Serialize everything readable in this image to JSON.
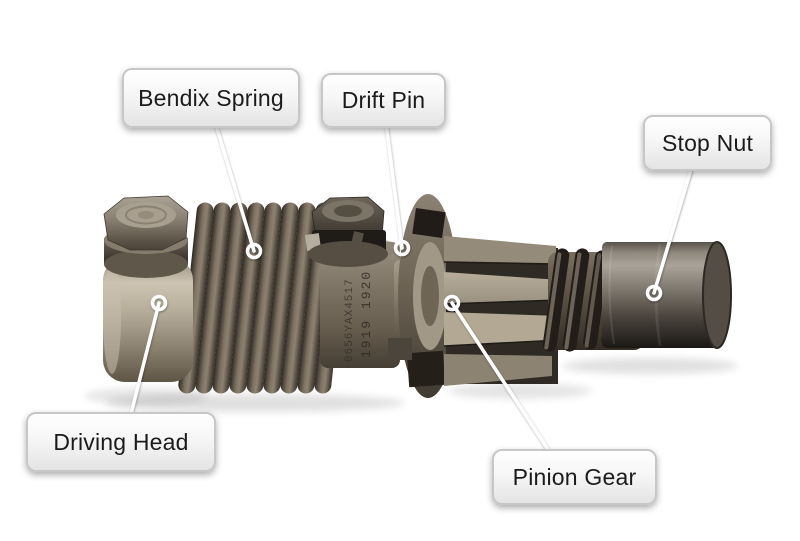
{
  "callouts": {
    "bendix_spring": {
      "label": "Bendix Spring"
    },
    "drift_pin": {
      "label": "Drift Pin"
    },
    "stop_nut": {
      "label": "Stop Nut"
    },
    "driving_head": {
      "label": "Driving Head"
    },
    "pinion_gear": {
      "label": "Pinion Gear"
    }
  },
  "part_markings": {
    "stamp_year": "1919 1920",
    "stamp_serial": "0656YAX4517"
  },
  "colors": {
    "background": "#ffffff",
    "callout_border": "#c7c7c7",
    "callout_text": "#1b1b1b",
    "leader_line": "#ffffff",
    "metal_light": "#c4bba9",
    "metal_dark": "#332d26"
  }
}
